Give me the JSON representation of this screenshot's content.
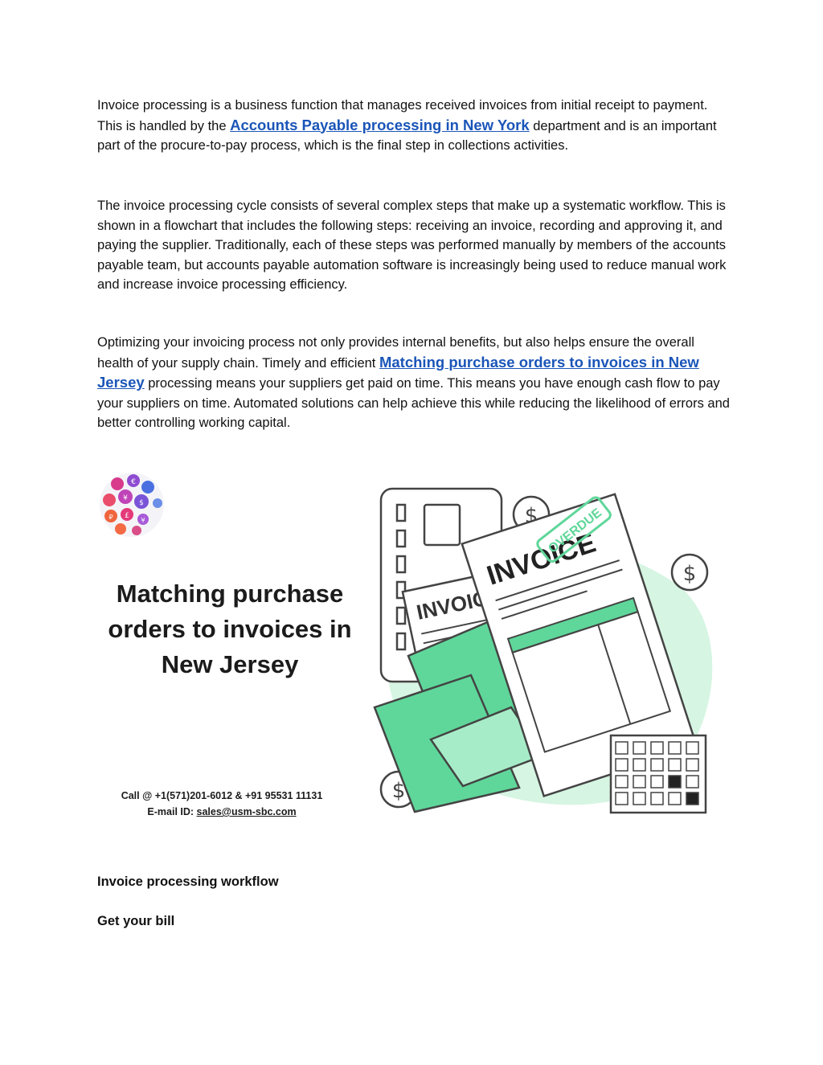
{
  "intro": {
    "p1_before": "Invoice processing is a business function that manages received invoices from initial receipt to payment. This is handled by the ",
    "p1_link": "Accounts Payable processing in New York",
    "p1_after": " department and is an important part of the procure-to-pay process, which is the final step in collections activities.",
    "p2": "The invoice processing cycle consists of several complex steps that make up a systematic workflow. This is shown in a flowchart that includes the following steps: receiving an invoice, recording and approving it, and paying the supplier. Traditionally, each of these steps was performed manually by members of the accounts payable team, but accounts payable automation software is increasingly being used to reduce manual work and increase invoice processing efficiency.",
    "p3_before": "Optimizing your invoicing process not only provides internal benefits, but also helps ensure the overall health of your supply chain. Timely and efficient ",
    "p3_link": "Matching purchase orders to invoices in New Jersey",
    "p3_after": " processing means your suppliers get paid on time. This means you have enough cash flow to pay your suppliers on time. Automated solutions can help achieve this while reducing the likelihood of errors and better controlling working capital."
  },
  "banner": {
    "title_lines": [
      "Matching purchase",
      "orders to invoices in",
      "New Jersey"
    ],
    "contact_call": "Call @ +1(571)201-6012 & +91 95531 11131",
    "contact_email_label": "E-mail ID: ",
    "contact_email": "sales@usm-sbc.com",
    "doc_word_1": "INVOIC",
    "doc_word_2": "INVOICE",
    "stamp": "OVERDUE",
    "dollar": "$",
    "logo_letters": [
      "€",
      "¥",
      "$",
      "£",
      "₽",
      "¥"
    ]
  },
  "sections": {
    "heading_1": "Invoice processing workflow",
    "heading_2": "Get your bill"
  },
  "colors": {
    "link": "#1a55b8",
    "accent_green": "#5fd79a",
    "blob_green": "#d6f5e2"
  }
}
